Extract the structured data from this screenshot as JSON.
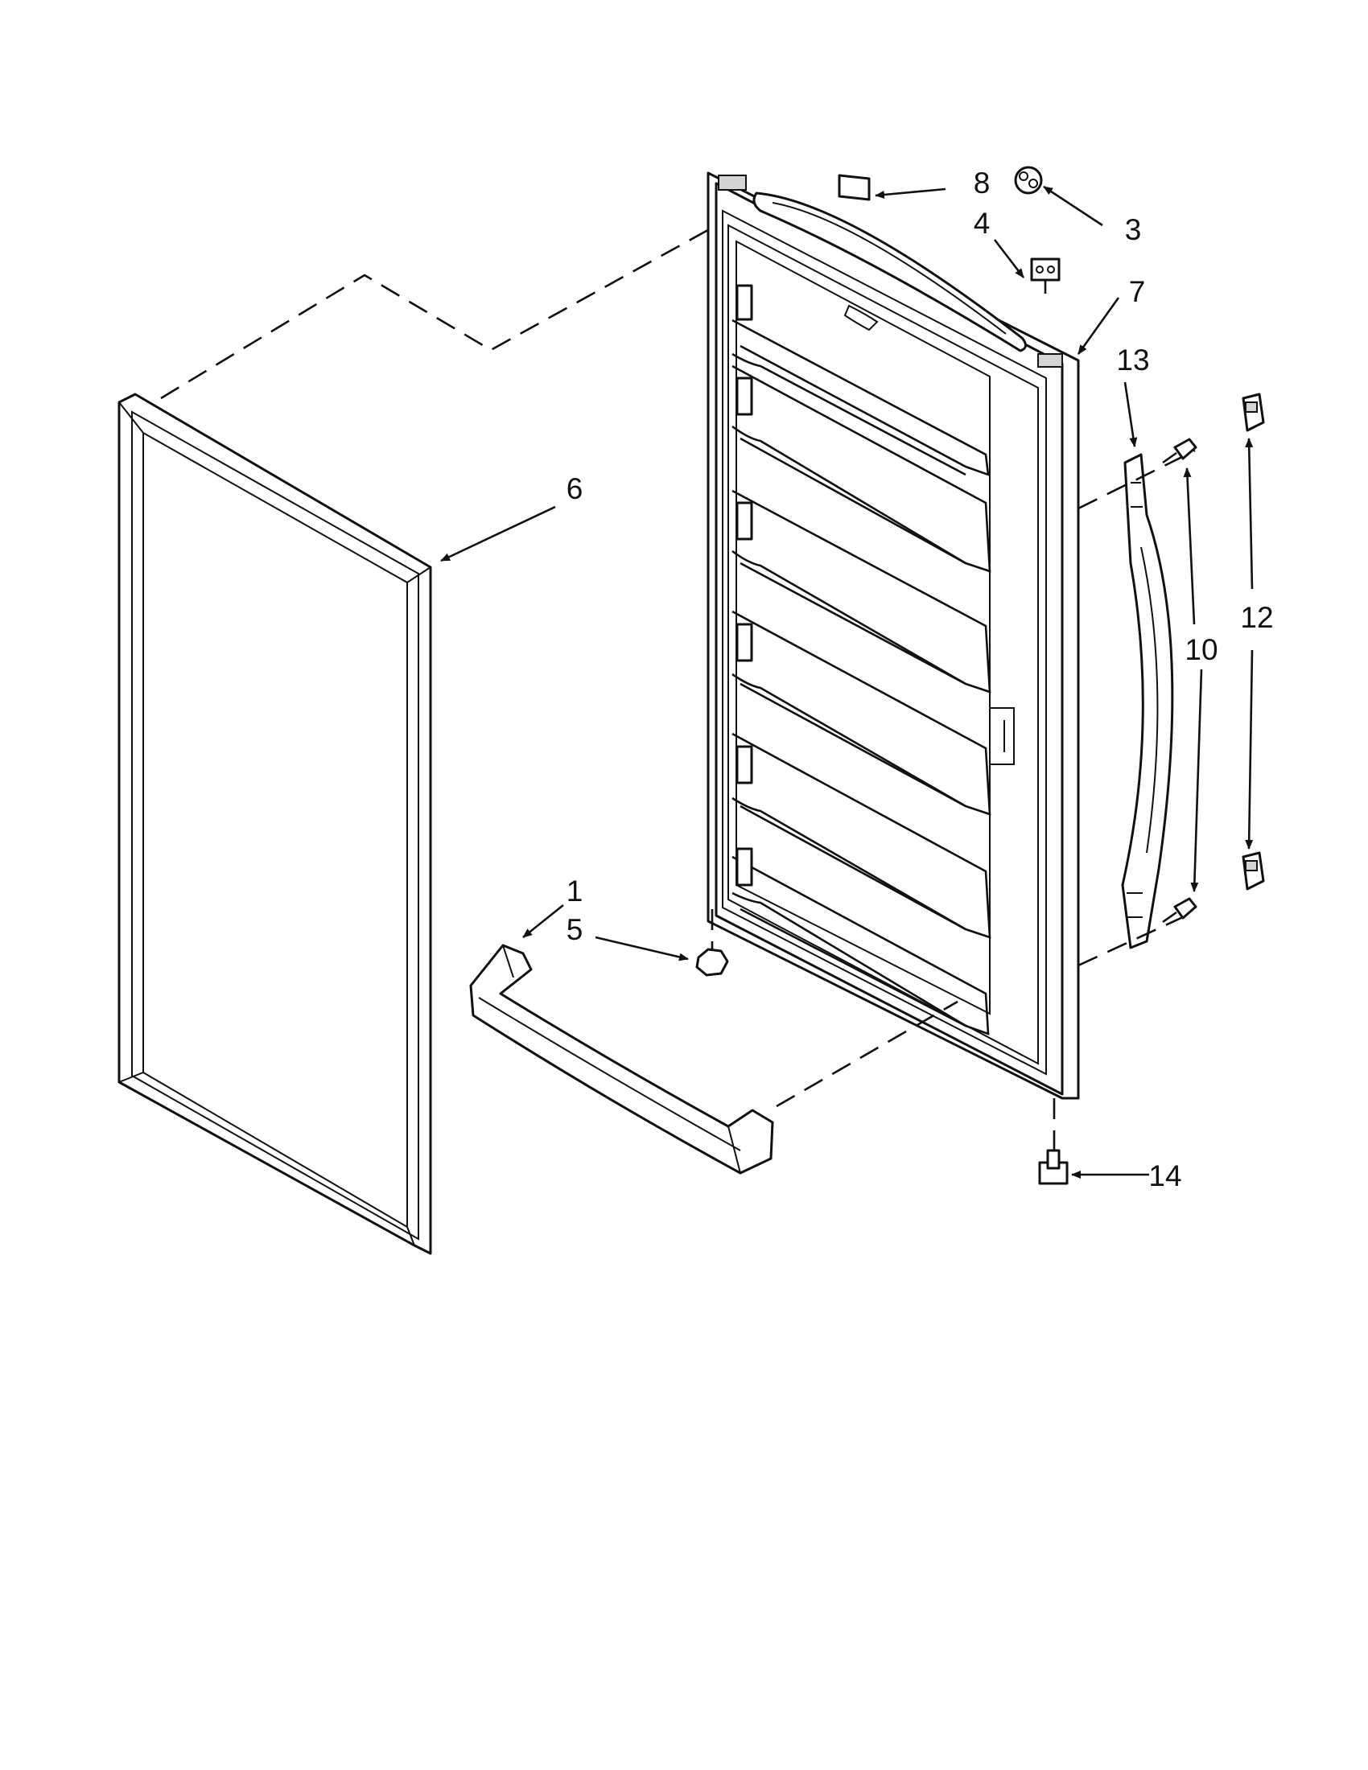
{
  "diagram": {
    "callouts": [
      {
        "id": "1",
        "text": "1"
      },
      {
        "id": "3",
        "text": "3"
      },
      {
        "id": "4",
        "text": "4"
      },
      {
        "id": "5",
        "text": "5"
      },
      {
        "id": "6",
        "text": "6"
      },
      {
        "id": "7",
        "text": "7"
      },
      {
        "id": "8",
        "text": "8"
      },
      {
        "id": "10",
        "text": "10"
      },
      {
        "id": "12",
        "text": "12"
      },
      {
        "id": "13",
        "text": "13"
      },
      {
        "id": "14",
        "text": "14"
      }
    ]
  }
}
